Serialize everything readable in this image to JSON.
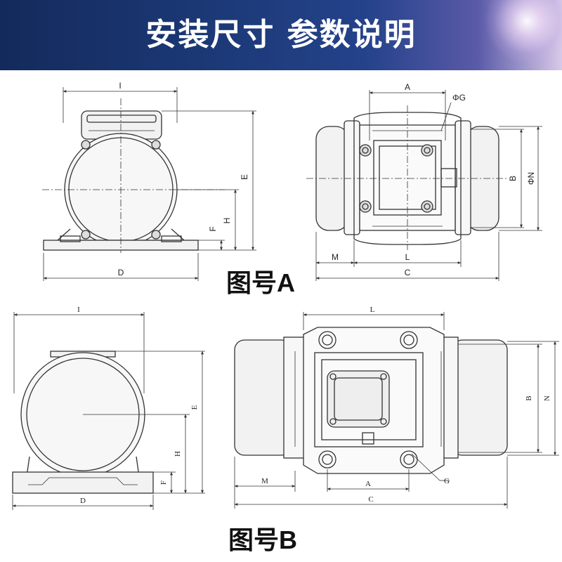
{
  "header": {
    "title": "安装尺寸 参数说明"
  },
  "figures": {
    "a": {
      "caption": "图号A",
      "dims": {
        "I": "I",
        "E": "E",
        "H": "H",
        "F": "F",
        "D": "D",
        "A": "A",
        "G": "ΦG",
        "B": "B",
        "N": "ΦN",
        "M": "M",
        "L": "L",
        "C": "C"
      }
    },
    "b": {
      "caption": "图号B",
      "dims": {
        "I": "I",
        "E": "E",
        "H": "H",
        "F": "F",
        "D": "D",
        "L": "L",
        "B": "B",
        "N": "N",
        "M": "M",
        "A": "A",
        "G": "G",
        "C": "C"
      }
    }
  },
  "colors": {
    "banner_dark": "#142a5c",
    "line": "#333333",
    "body_fill": "#f2f2f2"
  }
}
